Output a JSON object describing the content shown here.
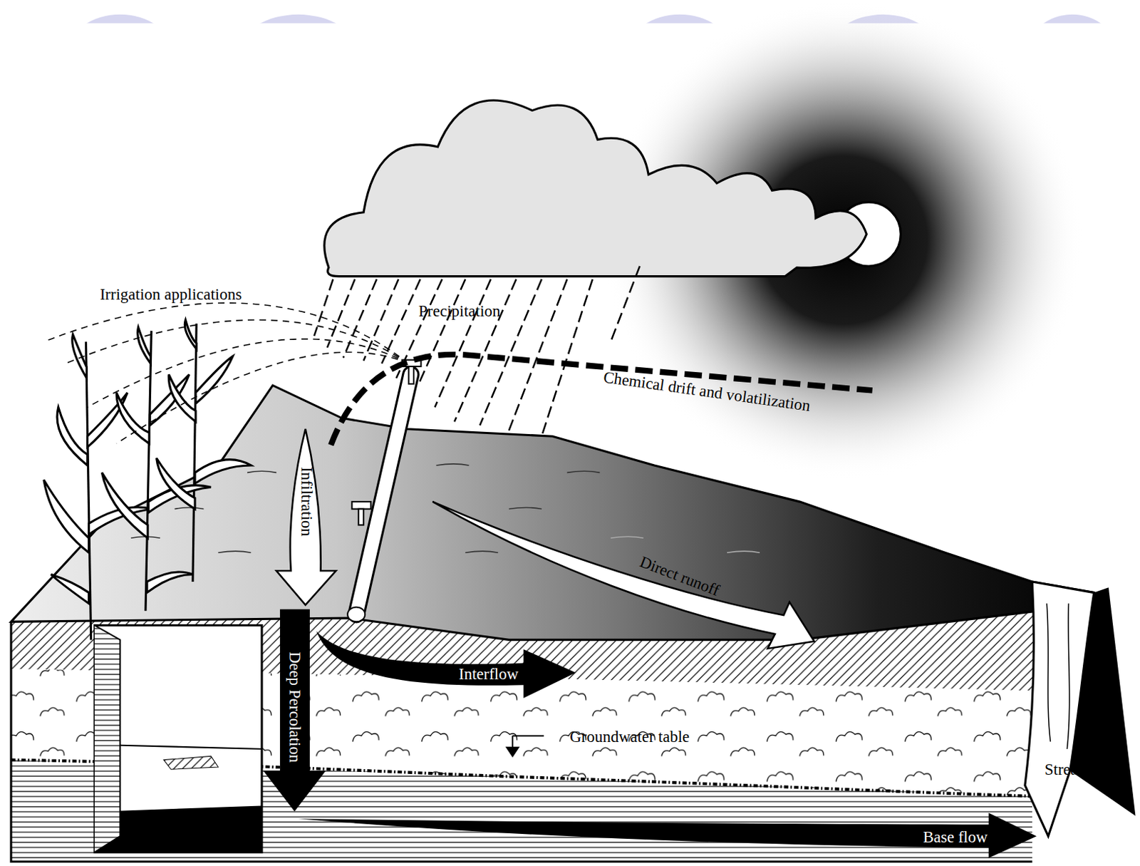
{
  "diagram": {
    "labels": [
      "Irrigation applications",
      "Precipitation",
      "Chemical drift and volatilization",
      "Infiltration",
      "Direct runoff",
      "Interflow",
      "Deep Percolation",
      "Groundwater table",
      "Stream",
      "Base flow"
    ]
  }
}
